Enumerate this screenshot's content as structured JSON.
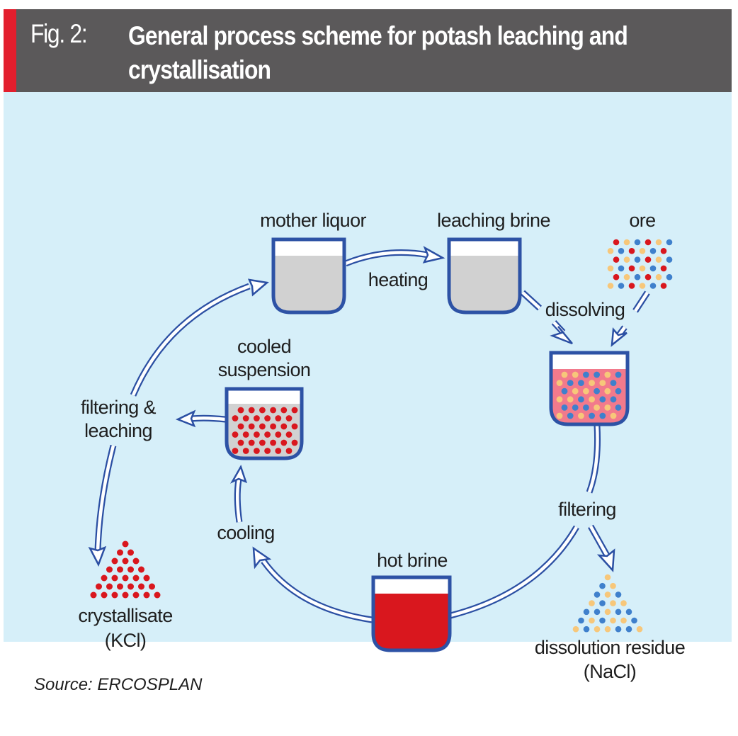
{
  "header": {
    "fig_label": "Fig. 2:",
    "title": "General process scheme for potash leaching and crystallisation"
  },
  "colors": {
    "accent": "#e31e2d",
    "header_bg": "#5b595a",
    "panel_bg": "#d6eff9",
    "vessel_outline": "#2d52a5",
    "liquor_grey": "#d1d1d1",
    "hot_brine_red": "#d9171e",
    "solution_pink": "#f27a8c",
    "kcl_red": "#d9171e",
    "nacl_blue": "#3f80cc",
    "impurity_yellow": "#f7c77a"
  },
  "nodes": {
    "mother_liquor": {
      "label": "mother liquor",
      "contents": "grey liquid"
    },
    "leaching_brine": {
      "label": "leaching brine",
      "contents": "grey liquid"
    },
    "ore": {
      "label": "ore",
      "contents": "mixed red, yellow and blue particles"
    },
    "dissolving_vessel": {
      "contents": "pink solution with yellow and blue particles"
    },
    "hot_brine": {
      "label": "hot brine",
      "contents": "red liquid"
    },
    "cooled_suspension": {
      "label_line1": "cooled",
      "label_line2": "suspension",
      "contents": "grey liquid with red crystals"
    },
    "crystallisate": {
      "label_line1": "crystallisate",
      "label_line2": "(KCl)"
    },
    "dissolution_residue": {
      "label_line1": "dissolution residue",
      "label_line2": "(NaCl)"
    }
  },
  "steps": {
    "heating": "heating",
    "dissolving": "dissolving",
    "filtering": "filtering",
    "cooling": "cooling",
    "filtering_leaching_line1": "filtering &",
    "filtering_leaching_line2": "leaching"
  },
  "edges": [
    {
      "from": "mother liquor",
      "to": "leaching brine",
      "step": "heating"
    },
    {
      "from": "leaching brine",
      "to": "dissolving vessel",
      "step": "dissolving"
    },
    {
      "from": "ore",
      "to": "dissolving vessel",
      "step": "dissolving"
    },
    {
      "from": "dissolving vessel",
      "to": "dissolution residue (NaCl)",
      "step": "filtering"
    },
    {
      "from": "dissolving vessel",
      "to": "hot brine",
      "step": "filtering"
    },
    {
      "from": "hot brine",
      "to": "cooled suspension",
      "step": "cooling"
    },
    {
      "from": "cooled suspension",
      "to": "filtering & leaching",
      "step": "filtering & leaching"
    },
    {
      "from": "filtering & leaching",
      "to": "mother liquor",
      "step": "filtering & leaching"
    },
    {
      "from": "filtering & leaching",
      "to": "crystallisate (KCl)",
      "step": "filtering & leaching"
    }
  ],
  "source": "Source: ERCOSPLAN"
}
